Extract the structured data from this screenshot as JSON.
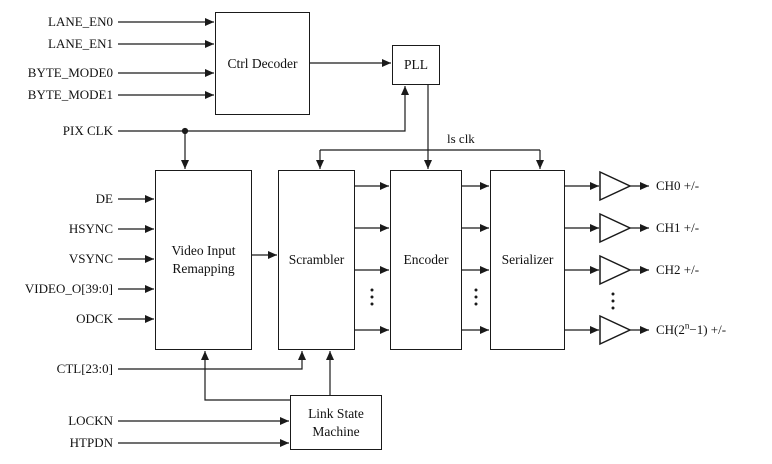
{
  "blocks": {
    "ctrl_decoder": "Ctrl Decoder",
    "pll": "PLL",
    "video_input_remapping": "Video Input Remapping",
    "scrambler": "Scrambler",
    "encoder": "Encoder",
    "serializer": "Serializer",
    "link_state_machine": "Link State Machine"
  },
  "inputs": {
    "lane_en0": "LANE_EN0",
    "lane_en1": "LANE_EN1",
    "byte_mode0": "BYTE_MODE0",
    "byte_mode1": "BYTE_MODE1",
    "pix_clk": "PIX CLK",
    "de": "DE",
    "hsync": "HSYNC",
    "vsync": "VSYNC",
    "video_o": "VIDEO_O[39:0]",
    "odck": "ODCK",
    "ctl": "CTL[23:0]",
    "lockn": "LOCKN",
    "htpdn": "HTPDN"
  },
  "nets": {
    "ls_clk": "ls clk"
  },
  "outputs": {
    "ch0": "CH0 +/-",
    "ch1": "CH1 +/-",
    "ch2": "CH2 +/-",
    "chn_pre": "CH(2",
    "chn_sup": "n",
    "chn_post": "−1) +/-"
  },
  "colors": {
    "line": "#1a1a1a",
    "background": "#ffffff"
  }
}
